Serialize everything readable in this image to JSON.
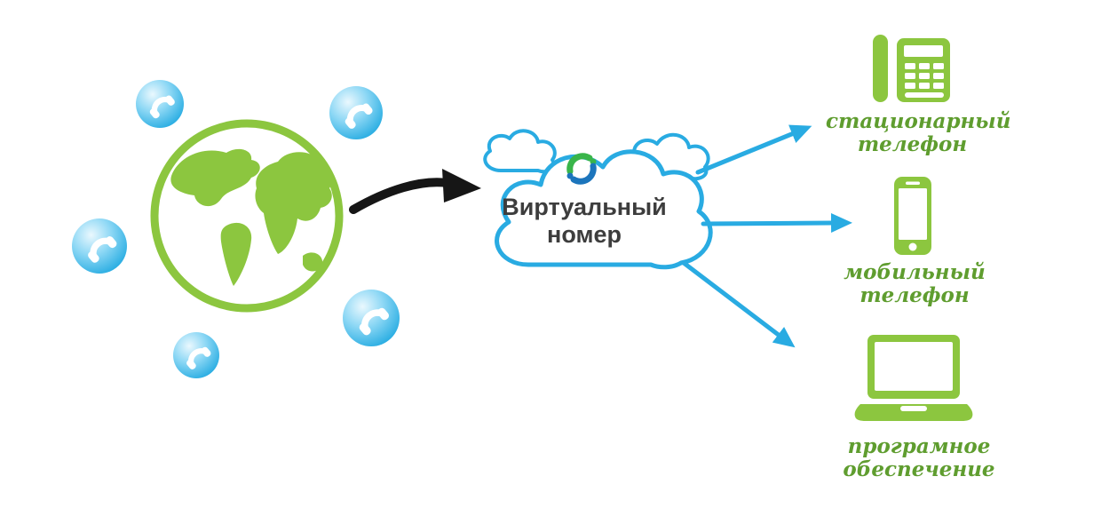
{
  "diagram": {
    "cloud": {
      "line1": "Виртуальный",
      "line2": "номер",
      "logo_icon": "sync-arrows-icon"
    },
    "source": {
      "icon": "world-globe-icon",
      "satellite_icon": "phone-handset-icon",
      "satellite_count": 5
    },
    "outputs": [
      {
        "icon": "desk-phone-icon",
        "label1": "стационарный",
        "label2": "телефон"
      },
      {
        "icon": "smartphone-icon",
        "label1": "мобильный",
        "label2": "телефон"
      },
      {
        "icon": "laptop-icon",
        "label1": "програмное",
        "label2": "обеспечение"
      }
    ]
  },
  "colors": {
    "green": "#8cc63f",
    "label_green": "#5f9d2f",
    "blue": "#29abe2",
    "dark_text": "#3d3d3d",
    "black": "#161616",
    "bubble_blue": "#1ea8e0",
    "logo_green": "#39b54a",
    "logo_blue": "#1c75bc"
  }
}
